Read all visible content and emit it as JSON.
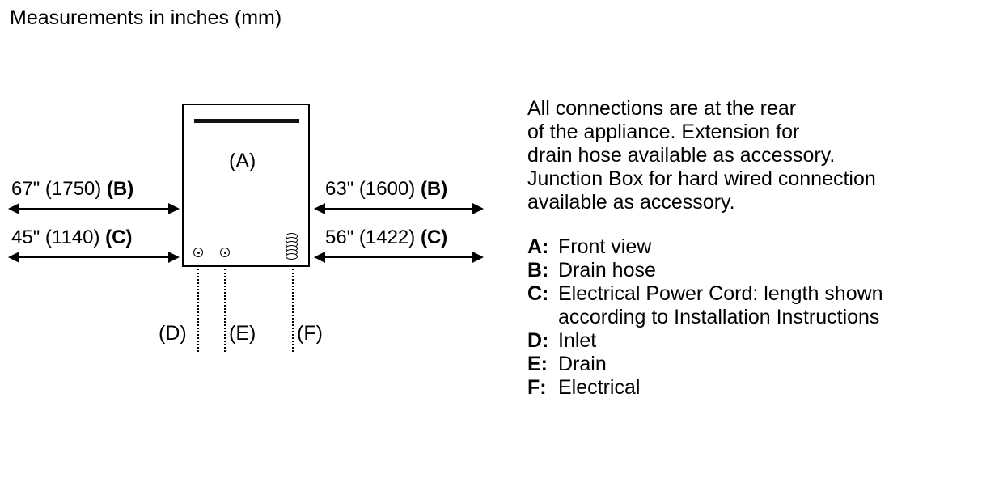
{
  "title": "Measurements in inches (mm)",
  "diagram": {
    "appliance_label": "(A)",
    "measurements": [
      {
        "value": "67\" (1750)",
        "key": "(B)"
      },
      {
        "value": "45\" (1140)",
        "key": "(C)"
      },
      {
        "value": "63\" (1600)",
        "key": "(B)"
      },
      {
        "value": "56\" (1422)",
        "key": "(C)"
      }
    ],
    "connection_labels": {
      "d": "(D)",
      "e": "(E)",
      "f": "(F)"
    }
  },
  "notes": "All connections are at the rear\nof the appliance. Extension for\ndrain hose available as accessory.\nJunction Box for hard wired connection\navailable as accessory.",
  "legend": [
    {
      "key": "A:",
      "text": "Front view"
    },
    {
      "key": "B:",
      "text": "Drain hose"
    },
    {
      "key": "C:",
      "text": "Electrical Power Cord: length shown\naccording to Installation Instructions"
    },
    {
      "key": "D:",
      "text": "Inlet"
    },
    {
      "key": "E:",
      "text": "Drain"
    },
    {
      "key": "F:",
      "text": "Electrical"
    }
  ]
}
